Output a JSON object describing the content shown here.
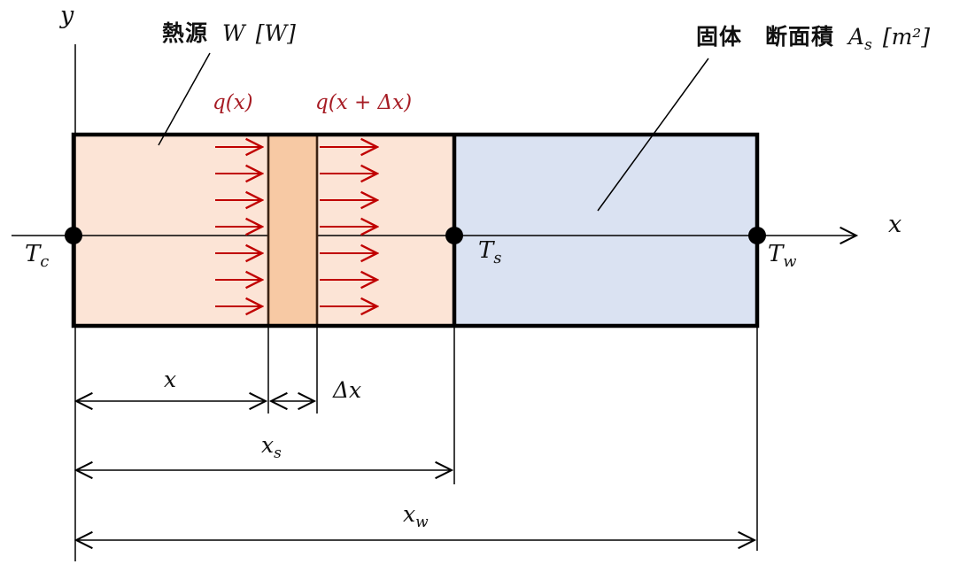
{
  "axes": {
    "x": "x",
    "y": "y"
  },
  "title_heat_source": {
    "jp": "熱源",
    "symbol": "W",
    "unit": "[W]"
  },
  "title_solid": {
    "jp": "固体　断面積",
    "symbol": "A",
    "sub": "s",
    "unit": "[m²]"
  },
  "flux": {
    "at_x": "q(x)",
    "at_x_dx": "q(x + Δx)"
  },
  "temps": {
    "cold": {
      "base": "T",
      "sub": "c"
    },
    "surface": {
      "base": "T",
      "sub": "s"
    },
    "wall": {
      "base": "T",
      "sub": "w"
    }
  },
  "dims": {
    "x": "x",
    "dx": "Δx",
    "xs": {
      "base": "x",
      "sub": "s"
    },
    "xw": {
      "base": "x",
      "sub": "w"
    }
  },
  "colors": {
    "heat_region": "#FCE4D6",
    "slice": "#F7C9A4",
    "slice_border": "#3B2314",
    "solid_region": "#DAE2F2",
    "flux_arrow": "#C00000",
    "flux_text": "#A61C24",
    "line": "#000000"
  }
}
